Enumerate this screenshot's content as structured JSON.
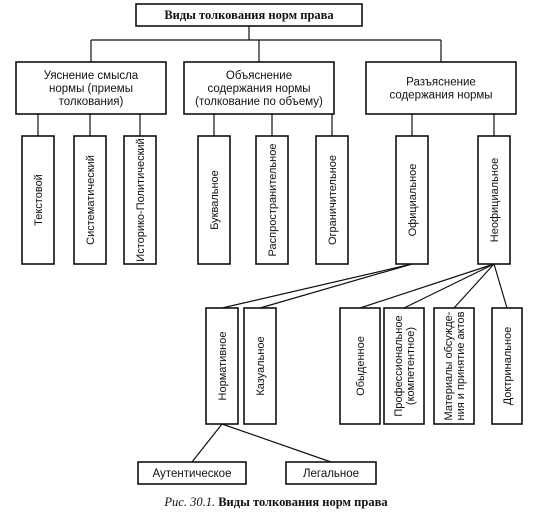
{
  "diagram": {
    "root": "Виды толкования норм права",
    "level1": [
      {
        "lines": [
          "Уяснение смысла",
          "нормы (приемы",
          "толкования)"
        ]
      },
      {
        "lines": [
          "Объяснение",
          "содержания нормы",
          "(толкование по объему)"
        ]
      },
      {
        "lines": [
          "Разъяснение",
          "содержания нормы"
        ]
      }
    ],
    "methods": [
      {
        "lines": [
          "Текстовой"
        ]
      },
      {
        "lines": [
          "Систематический"
        ]
      },
      {
        "lines": [
          "Историко-Политический"
        ]
      }
    ],
    "scope": [
      {
        "lines": [
          "Буквальное"
        ]
      },
      {
        "lines": [
          "Распространительное"
        ]
      },
      {
        "lines": [
          "Ограничительное"
        ]
      }
    ],
    "clarification": [
      {
        "lines": [
          "Официальное"
        ]
      },
      {
        "lines": [
          "Неофициальное"
        ]
      }
    ],
    "official": [
      {
        "lines": [
          "Нормативное"
        ]
      },
      {
        "lines": [
          "Казуальное"
        ]
      }
    ],
    "unofficial": [
      {
        "lines": [
          "Обыденное"
        ]
      },
      {
        "lines": [
          "Профессиональное",
          "(компетентное)"
        ]
      },
      {
        "lines": [
          "Материалы обсужде-",
          "ния и принятие актов"
        ]
      },
      {
        "lines": [
          "Доктринальное"
        ]
      }
    ],
    "normative": [
      {
        "lines": [
          "Аутентическое"
        ]
      },
      {
        "lines": [
          "Легальное"
        ]
      }
    ]
  },
  "caption": {
    "figure": "Рис. 30.1.",
    "title": "Виды толкования норм права"
  }
}
